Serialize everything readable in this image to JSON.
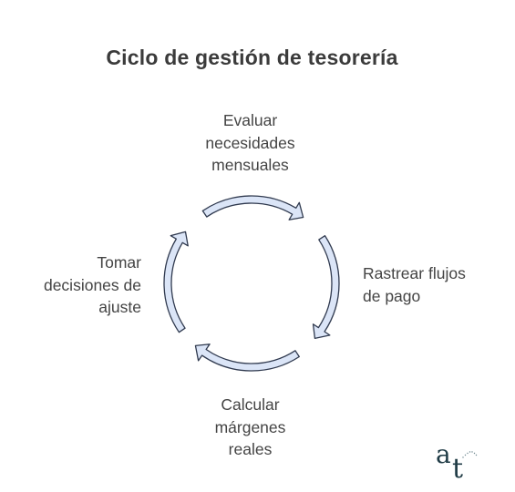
{
  "diagram": {
    "title": "Ciclo de gestión de tesorería",
    "steps": [
      {
        "lines": [
          "Evaluar",
          "necesidades",
          "mensuales"
        ]
      },
      {
        "lines": [
          "Rastrear flujos",
          "de pago"
        ]
      },
      {
        "lines": [
          "Calcular",
          "márgenes",
          "reales"
        ]
      },
      {
        "lines": [
          "Tomar",
          "decisiones de",
          "ajuste"
        ]
      }
    ],
    "colors": {
      "arrow_fill": "#dbe5f7",
      "arrow_stroke": "#303a4f",
      "text": "#444444",
      "logo": "#1f3b45"
    },
    "logo": {
      "name": "at-monogram-logo",
      "text": "at"
    }
  }
}
